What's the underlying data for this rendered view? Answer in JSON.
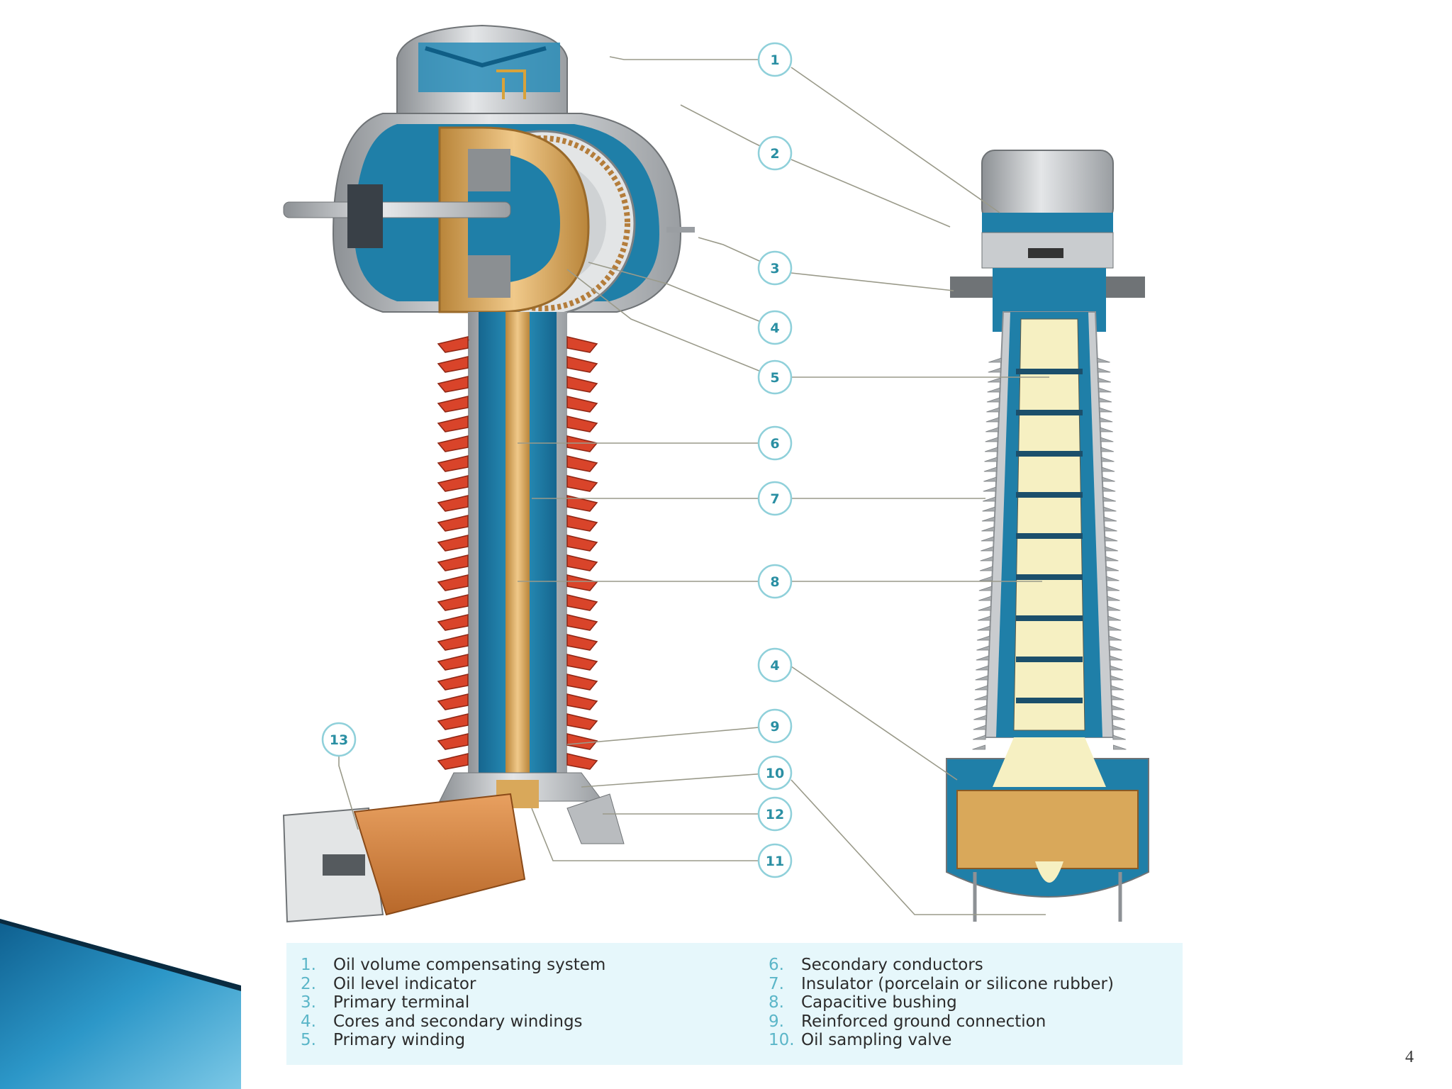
{
  "colors": {
    "oil": "#1f7fa8",
    "insulator_red": "#d9442a",
    "paper_insulation": "#f6f0c2",
    "winding": "#d9a85a",
    "metal": "#b9bcbf",
    "legend_background": "#e6f7fb",
    "callout_text": "#2a8fa3",
    "slide_accent": "#1b7fb4"
  },
  "callouts": [
    {
      "id": "1",
      "label": "1"
    },
    {
      "id": "2",
      "label": "2"
    },
    {
      "id": "3",
      "label": "3"
    },
    {
      "id": "4",
      "label": "4"
    },
    {
      "id": "5",
      "label": "5"
    },
    {
      "id": "6",
      "label": "6"
    },
    {
      "id": "7",
      "label": "7"
    },
    {
      "id": "8",
      "label": "8"
    },
    {
      "id": "4b",
      "label": "4"
    },
    {
      "id": "9",
      "label": "9"
    },
    {
      "id": "10",
      "label": "10"
    },
    {
      "id": "12",
      "label": "12"
    },
    {
      "id": "11",
      "label": "11"
    },
    {
      "id": "13",
      "label": "13"
    }
  ],
  "legend": {
    "left": [
      {
        "num": "1.",
        "text": "Oil volume compensating system"
      },
      {
        "num": "2.",
        "text": "Oil level indicator"
      },
      {
        "num": "3.",
        "text": "Primary terminal"
      },
      {
        "num": "4.",
        "text": "Cores and secondary windings"
      },
      {
        "num": "5.",
        "text": "Primary winding"
      }
    ],
    "right": [
      {
        "num": "6.",
        "text": "Secondary conductors"
      },
      {
        "num": "7.",
        "text": "Insulator (porcelain or silicone rubber)"
      },
      {
        "num": "8.",
        "text": "Capacitive bushing"
      },
      {
        "num": "9.",
        "text": "Reinforced ground connection"
      },
      {
        "num": "10.",
        "text": "Oil sampling valve"
      }
    ]
  },
  "page_number": "4"
}
